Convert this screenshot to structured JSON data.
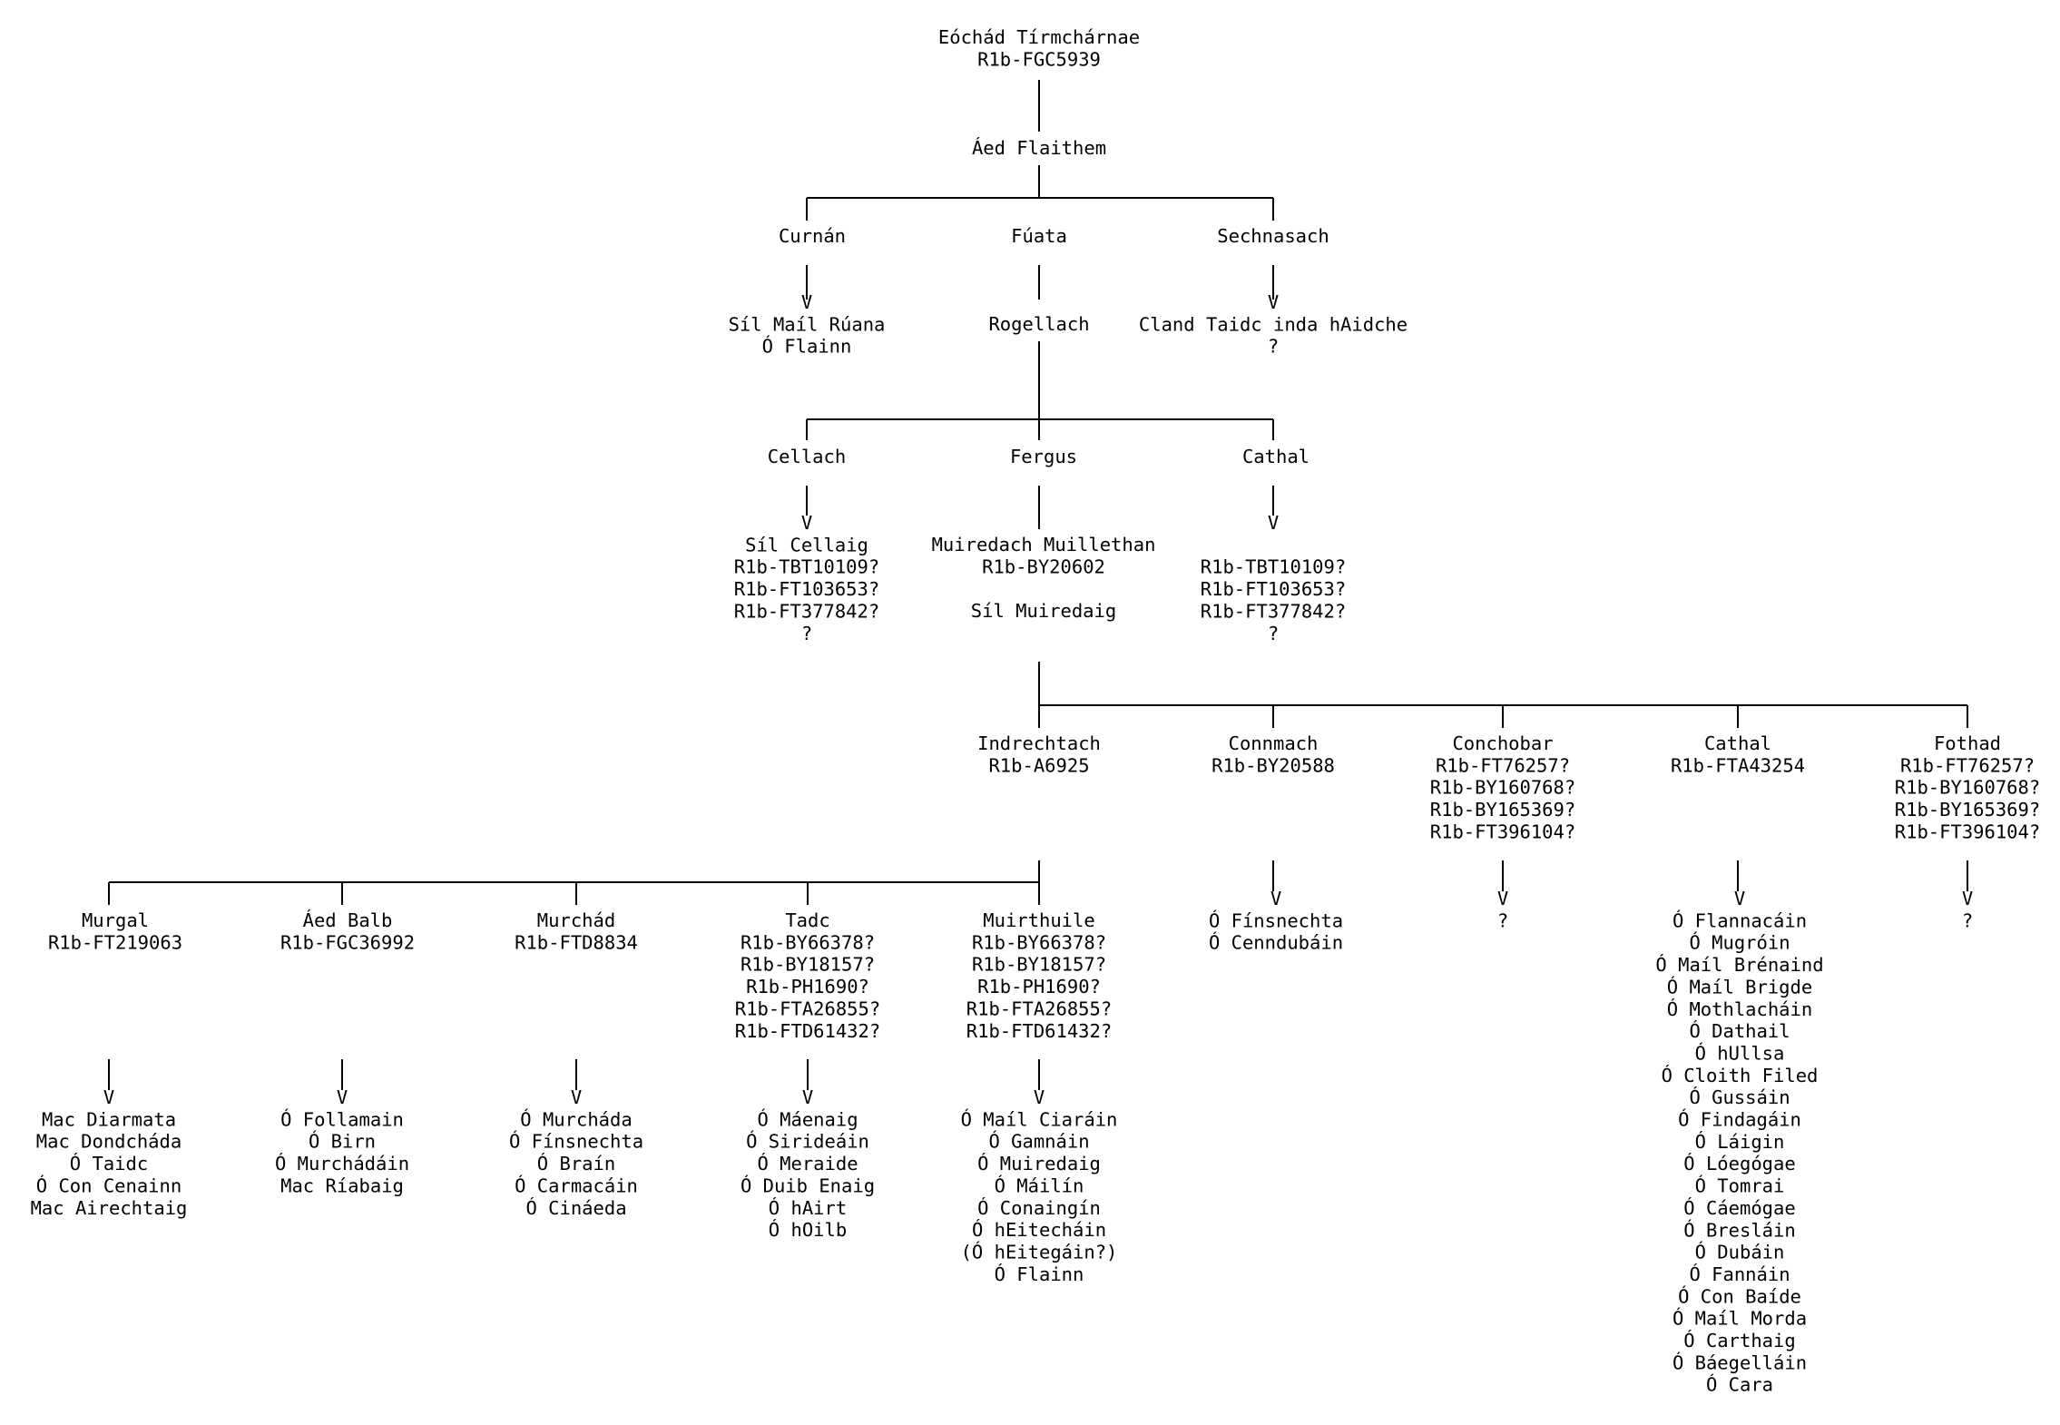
{
  "nodes": [
    {
      "id": "root",
      "lines": [
        "Eóchád Tírmchárnae",
        "R1b-FGC5939"
      ]
    },
    {
      "id": "aed-flaithem",
      "lines": [
        "Áed Flaithem"
      ]
    },
    {
      "id": "curnan",
      "lines": [
        "Curnán"
      ]
    },
    {
      "id": "fuata",
      "lines": [
        "Fúata"
      ]
    },
    {
      "id": "sechnasach",
      "lines": [
        "Sechnasach"
      ]
    },
    {
      "id": "curnan-desc",
      "lines": [
        "V",
        "Síl Maíl Rúana",
        "Ó Flainn"
      ]
    },
    {
      "id": "rogellach",
      "lines": [
        "Rogellach"
      ]
    },
    {
      "id": "sechnasach-desc",
      "lines": [
        "V",
        "Cland Taidc inda hAidche",
        "?"
      ]
    },
    {
      "id": "cellach",
      "lines": [
        "Cellach"
      ]
    },
    {
      "id": "fergus",
      "lines": [
        "Fergus"
      ]
    },
    {
      "id": "cathal-1",
      "lines": [
        "Cathal"
      ]
    },
    {
      "id": "cellach-desc",
      "lines": [
        "V",
        "Síl Cellaig",
        "R1b-TBT10109?",
        "R1b-FT103653?",
        "R1b-FT377842?",
        "?"
      ]
    },
    {
      "id": "muiredach",
      "lines": [
        "Muiredach Muillethan",
        "R1b-BY20602",
        "",
        "Síl Muiredaig"
      ]
    },
    {
      "id": "cathal-1-desc",
      "lines": [
        "V",
        "",
        "R1b-TBT10109?",
        "R1b-FT103653?",
        "R1b-FT377842?",
        "?"
      ]
    },
    {
      "id": "indrechtach",
      "lines": [
        "Indrechtach",
        "R1b-A6925"
      ]
    },
    {
      "id": "connmach",
      "lines": [
        "Connmach",
        "R1b-BY20588"
      ]
    },
    {
      "id": "conchobar",
      "lines": [
        "Conchobar",
        " R1b-FT76257?",
        "R1b-BY160768?",
        "R1b-BY165369?",
        "R1b-FT396104?"
      ]
    },
    {
      "id": "cathal-2",
      "lines": [
        "Cathal",
        "R1b-FTA43254"
      ]
    },
    {
      "id": "fothad",
      "lines": [
        "Fothad",
        " R1b-FT76257?",
        "R1b-BY160768?",
        "R1b-BY165369?",
        "R1b-FT396104?"
      ]
    },
    {
      "id": "connmach-desc",
      "lines": [
        "V",
        "Ó Fínsnechta",
        "Ó Cenndubáin"
      ]
    },
    {
      "id": "conchobar-desc",
      "lines": [
        "V",
        "?"
      ]
    },
    {
      "id": "cathal-2-desc",
      "lines": [
        "V",
        "Ó Flannacáin",
        "Ó Mugróin",
        "Ó Maíl Brénaind",
        "Ó Maíl Brigde",
        "Ó Mothlacháin",
        "Ó Dathail",
        "Ó hUllsa",
        "Ó Cloith Filed",
        "Ó Gussáin",
        "Ó Findagáin",
        "Ó Láigin",
        "Ó Lóegógae",
        "Ó Tomrai",
        "Ó Cáemógae",
        "Ó Bresláin",
        "Ó Dubáin",
        "Ó Fannáin",
        "Ó Con Baíde",
        "Ó Maíl Morda",
        "Ó Carthaig",
        "Ó Báegelláin",
        "Ó Cara"
      ]
    },
    {
      "id": "fothad-desc",
      "lines": [
        "V",
        "?"
      ]
    },
    {
      "id": "murgal",
      "lines": [
        "Murgal",
        "R1b-FT219063"
      ]
    },
    {
      "id": "aed-balb",
      "lines": [
        "Áed Balb",
        "R1b-FGC36992"
      ]
    },
    {
      "id": "murchad",
      "lines": [
        "Murchád",
        "R1b-FTD8834"
      ]
    },
    {
      "id": "tadc",
      "lines": [
        "Tadc",
        "R1b-BY66378?",
        "R1b-BY18157?",
        " R1b-PH1690?",
        "R1b-FTA26855?",
        "R1b-FTD61432?"
      ]
    },
    {
      "id": "muirthuile",
      "lines": [
        "Muirthuile",
        "R1b-BY66378?",
        "R1b-BY18157?",
        " R1b-PH1690?",
        "R1b-FTA26855?",
        "R1b-FTD61432?"
      ]
    },
    {
      "id": "murgal-desc",
      "lines": [
        "V",
        "Mac Diarmata",
        "Mac Dondcháda",
        "Ó Taidc",
        "Ó Con Cenainn",
        "Mac Airechtaig"
      ]
    },
    {
      "id": "aed-balb-desc",
      "lines": [
        "V",
        "Ó Follamain",
        "Ó Birn",
        "Ó Murchádáin",
        "Mac Ríabaig"
      ]
    },
    {
      "id": "murchad-desc",
      "lines": [
        "V",
        "Ó Murcháda",
        "Ó Fínsnechta",
        "Ó Braín",
        "Ó Carmacáin",
        "Ó Cináeda"
      ]
    },
    {
      "id": "tadc-desc",
      "lines": [
        "V",
        "Ó Máenaig",
        "Ó Sirideáin",
        "Ó Meraide",
        "Ó Duib Enaig",
        "Ó hAirt",
        "Ó hOilb"
      ]
    },
    {
      "id": "muirthuile-desc",
      "lines": [
        "V",
        "Ó Maíl Ciaráin",
        "Ó Gamnáin",
        "Ó Muiredaig",
        "Ó Máilín",
        "Ó Conaingín",
        "Ó hEitecháin",
        "(Ó hEitegáin?)",
        "Ó Flainn"
      ]
    }
  ]
}
